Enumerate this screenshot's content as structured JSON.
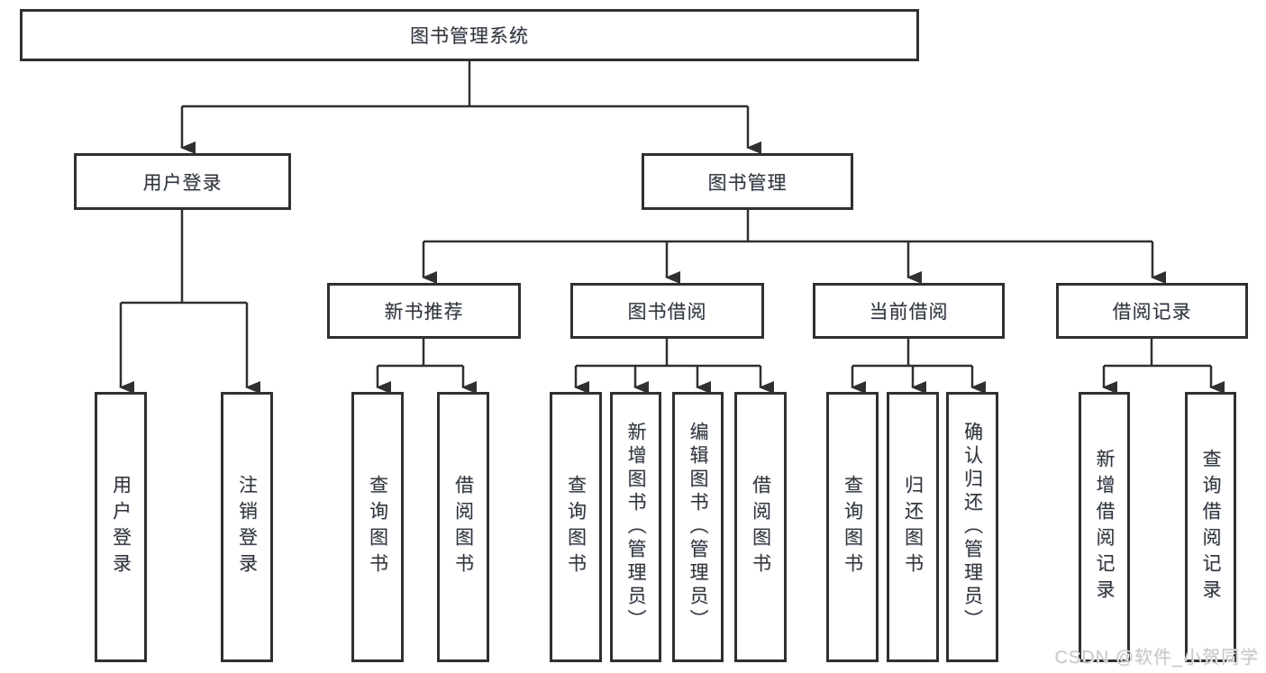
{
  "root": {
    "label": "图书管理系统"
  },
  "level2": [
    {
      "label": "用户登录",
      "leaves": [
        "用户登录",
        "注销登录"
      ]
    },
    {
      "label": "图书管理",
      "groups": [
        {
          "label": "新书推荐",
          "leaves": [
            "查询图书",
            "借阅图书"
          ]
        },
        {
          "label": "图书借阅",
          "leaves": [
            "查询图书",
            "新增图书（管理员）",
            "编辑图书（管理员）",
            "借阅图书"
          ]
        },
        {
          "label": "当前借阅",
          "leaves": [
            "查询图书",
            "归还图书",
            "确认归还（管理员）"
          ]
        },
        {
          "label": "借阅记录",
          "leaves": [
            "新增借阅记录",
            "查询借阅记录"
          ]
        }
      ]
    }
  ],
  "watermark": "CSDN @软件_小贺同学",
  "colors": {
    "line": "#303030",
    "text": "#333333",
    "box_fill": "#ffffff",
    "watermark": "#c9c9c9",
    "background": "#ffffff"
  }
}
